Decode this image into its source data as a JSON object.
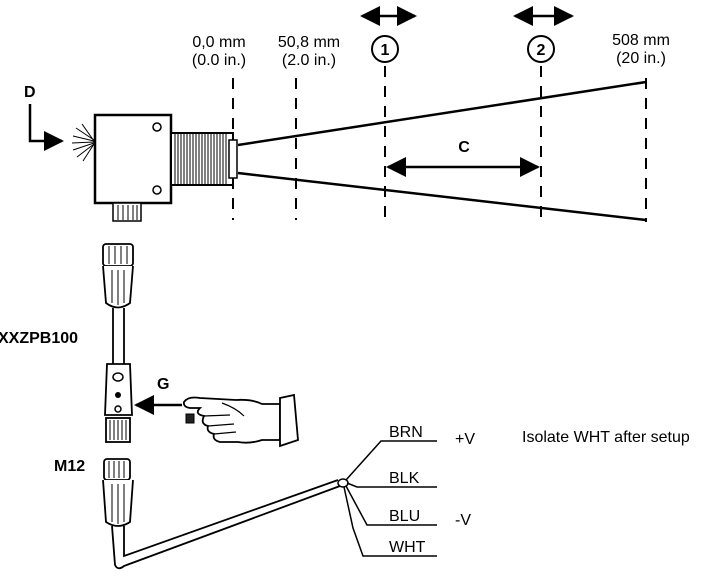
{
  "distances": [
    {
      "metric": "0,0 mm",
      "imperial": "(0.0 in.)"
    },
    {
      "metric": "50,8 mm",
      "imperial": "(2.0 in.)"
    },
    {
      "metric": "508 mm",
      "imperial": "(20 in.)"
    }
  ],
  "markers": [
    "1",
    "2"
  ],
  "labels": {
    "d": "D",
    "c": "C",
    "g": "G",
    "cable_part": "XXZPB100",
    "connector": "M12"
  },
  "wires": [
    {
      "color": "BRN",
      "signal": "+V"
    },
    {
      "color": "BLK",
      "signal": ""
    },
    {
      "color": "BLU",
      "signal": "-V"
    },
    {
      "color": "WHT",
      "signal": ""
    }
  ],
  "note": "Isolate WHT after setup"
}
